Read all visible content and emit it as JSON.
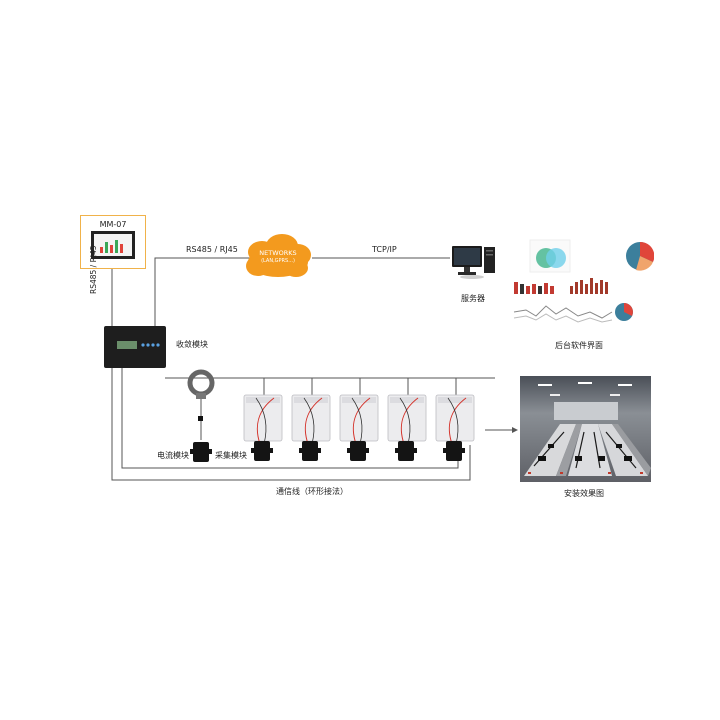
{
  "device": {
    "title": "MM-07"
  },
  "links": {
    "vertical_label": "RS485 / RJ45",
    "horizontal_label": "RS485 / RJ45",
    "tcpip_label": "TCP/IP",
    "comm_line_label": "通信线（环形接法）"
  },
  "cloud": {
    "line1": "NETWORKS",
    "line2": "(LAN,GPRS...)"
  },
  "server": {
    "label": "服务器"
  },
  "software": {
    "label": "后台软件界面"
  },
  "receiver": {
    "label": "收敛模块"
  },
  "current_module": {
    "label": "电流模块"
  },
  "collector": {
    "label": "采集模块"
  },
  "install": {
    "label": "安装效果图"
  },
  "colors": {
    "device_border": "#f0b24a",
    "cloud": "#f39a1e",
    "line": "#555555",
    "battery_red": "#d4332b"
  }
}
